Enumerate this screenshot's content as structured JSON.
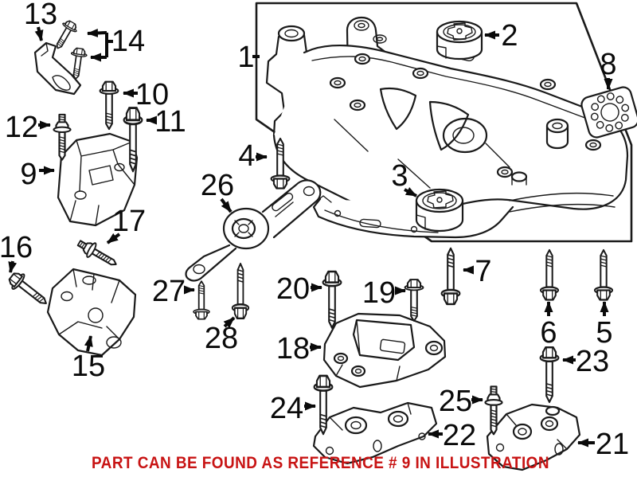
{
  "caption": {
    "text": "PART CAN BE FOUND AS REFERENCE # 9 IN ILLUSTRATION",
    "color": "#c81414"
  },
  "colors": {
    "line": "#1a1a1a",
    "label": "#0a0a0a",
    "background": "#ffffff"
  },
  "callouts": [
    {
      "label": "1",
      "part": "front-subframe-assembly"
    },
    {
      "label": "2",
      "part": "mount-bushing-rear"
    },
    {
      "label": "3",
      "part": "mount-bushing-front"
    },
    {
      "label": "4",
      "part": "mount-bolt"
    },
    {
      "label": "5",
      "part": "subframe-bolt"
    },
    {
      "label": "6",
      "part": "subframe-bolt"
    },
    {
      "label": "7",
      "part": "subframe-bolt"
    },
    {
      "label": "8",
      "part": "shim-plate"
    },
    {
      "label": "9",
      "part": "engine-mount"
    },
    {
      "label": "10",
      "part": "mount-bolt"
    },
    {
      "label": "11",
      "part": "mount-bolt-long"
    },
    {
      "label": "12",
      "part": "mount-stud"
    },
    {
      "label": "13",
      "part": "small-bracket"
    },
    {
      "label": "14",
      "part": "bracket-screws"
    },
    {
      "label": "15",
      "part": "mount-support-bracket"
    },
    {
      "label": "16",
      "part": "bracket-bolt"
    },
    {
      "label": "17",
      "part": "double-end-stud"
    },
    {
      "label": "18",
      "part": "transmission-mount"
    },
    {
      "label": "19",
      "part": "mount-bolt"
    },
    {
      "label": "20",
      "part": "mount-bolt"
    },
    {
      "label": "21",
      "part": "support-bracket-rear"
    },
    {
      "label": "22",
      "part": "support-bracket-front"
    },
    {
      "label": "23",
      "part": "bracket-bolt"
    },
    {
      "label": "24",
      "part": "bracket-bolt-long"
    },
    {
      "label": "25",
      "part": "bracket-stud"
    },
    {
      "label": "26",
      "part": "torque-arm-mount"
    },
    {
      "label": "27",
      "part": "torque-arm-bolt-short"
    },
    {
      "label": "28",
      "part": "torque-arm-bolt-long"
    }
  ]
}
